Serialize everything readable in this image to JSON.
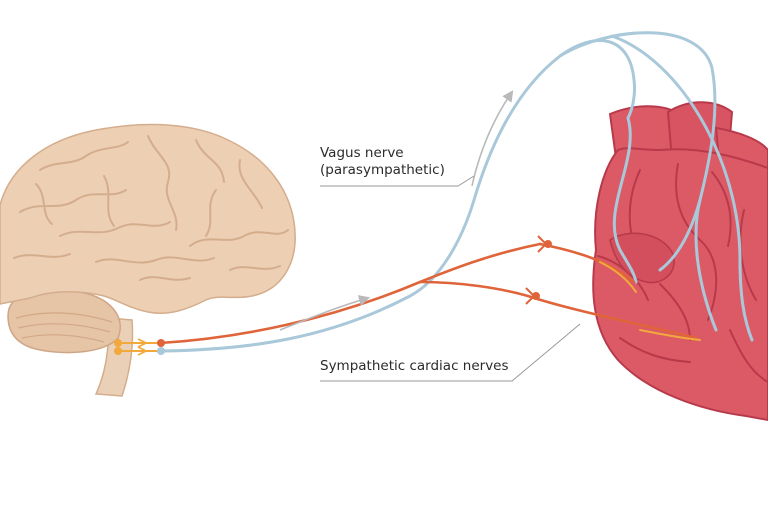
{
  "labels": {
    "vagus_line1": "Vagus nerve",
    "vagus_line2": "(parasympathetic)",
    "sympathetic": "Sympathetic cardiac nerves"
  },
  "colors": {
    "background": "#ffffff",
    "brain_fill": "#edcfb4",
    "brain_fold": "#d4ad8d",
    "heart_fill": "#dc5a66",
    "heart_outline": "#b83a4a",
    "vagus_nerve": "#a9c8d9",
    "sympathetic_nerve": "#e0643a",
    "synapse_marker": "#f2a93b",
    "direction_arrow": "#b9b9b9",
    "leader_line": "#9a9a9a"
  },
  "icons": {
    "brain": "brain-icon",
    "heart": "heart-icon"
  }
}
